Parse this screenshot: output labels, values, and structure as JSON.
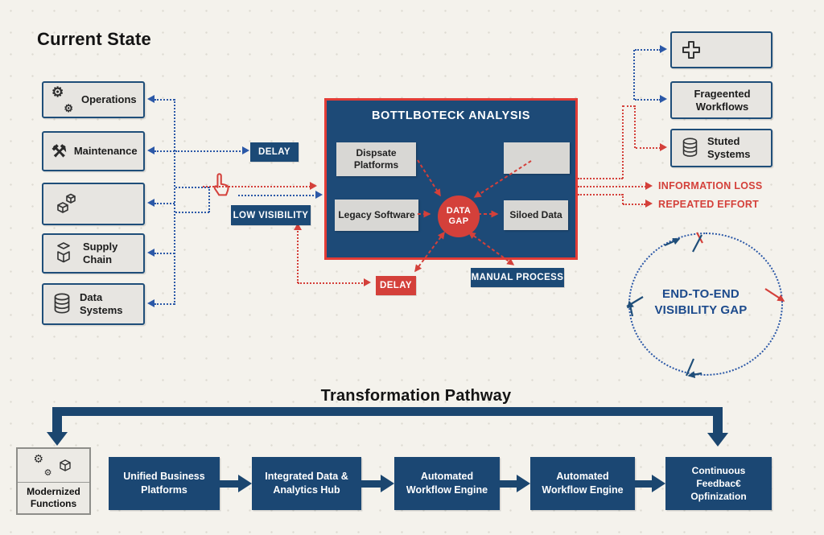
{
  "heading_current": "Current State",
  "heading_pathway": "Transformation Pathway",
  "left_boxes": [
    {
      "label": "Operations",
      "icon": "gears-icon"
    },
    {
      "label": "Maintenance",
      "icon": "tools-icon"
    },
    {
      "label": "",
      "icon": "cubes-icon"
    },
    {
      "label": "Supply Chain",
      "icon": "open-box-icon"
    },
    {
      "label": "Data Systems",
      "icon": "database-icon"
    }
  ],
  "center_panel": {
    "title": "BOTTLBOTECK ANALYSIS",
    "top_left": "Dispsate Platforms",
    "top_right": "",
    "mid_left": "Legacy Software",
    "mid_right": "Siloed Data",
    "core_line1": "DATA",
    "core_line2": "GAP"
  },
  "badges": {
    "delay_top": "DELAY",
    "low_visibility": "LOW VISIBILITY",
    "delay_bottom": "DELAY",
    "manual_process": "MANUAL PROCESS"
  },
  "right_boxes": [
    {
      "label": "",
      "icon": "plus-icon"
    },
    {
      "label": "Frageented Workflows",
      "icon": ""
    },
    {
      "label": "Stuted Systems",
      "icon": "database-icon"
    }
  ],
  "impact_labels": [
    "INFORMATION LOSS",
    "REPEATED EFFORT"
  ],
  "cycle_label": "END-TO-END VISIBILITY GAP",
  "pathway": {
    "start_label": "Modernized Functions",
    "steps": [
      "Unified Business Platforms",
      "Integrated Data & Analytics Hub",
      "Automated Workflow Engine",
      "Automated Workflow Engine",
      "Continuous Feedbac€ Opfinization"
    ]
  },
  "colors": {
    "navy": "#1c4a76",
    "red": "#d4403a",
    "panel_navy": "#1d4a77",
    "panel_border_red": "#e23c36",
    "box_gray": "#e7e5e1",
    "background": "#f4f2ec"
  }
}
